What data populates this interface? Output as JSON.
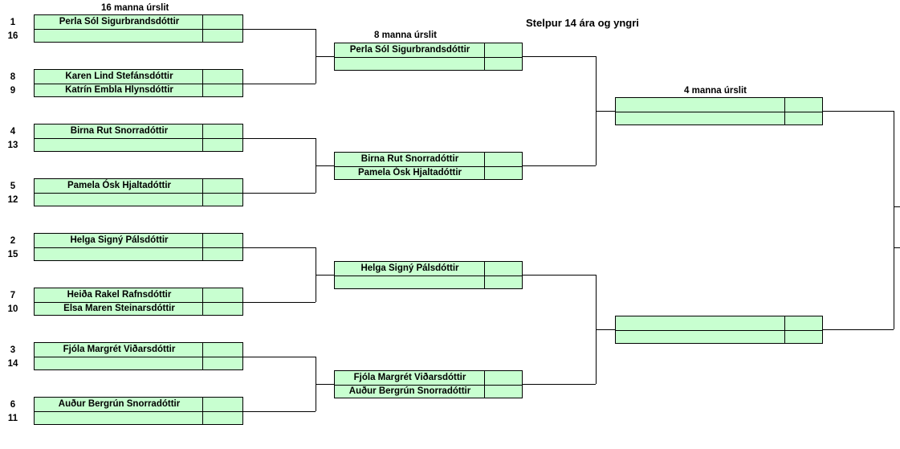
{
  "title": "Stelpur 14 ára og yngri",
  "rounds": {
    "r16": "16 manna úrslit",
    "r8": "8 manna úrslit",
    "r4": "4 manna úrslit"
  },
  "r16": [
    {
      "seed_top": "1",
      "seed_bottom": "16",
      "top": "Perla Sól Sigurbrandsdóttir",
      "bottom": ""
    },
    {
      "seed_top": "8",
      "seed_bottom": "9",
      "top": "Karen Lind Stefánsdóttir",
      "bottom": "Katrín Embla Hlynsdóttir"
    },
    {
      "seed_top": "4",
      "seed_bottom": "13",
      "top": "Birna Rut Snorradóttir",
      "bottom": ""
    },
    {
      "seed_top": "5",
      "seed_bottom": "12",
      "top": "Pamela Ósk Hjaltadóttir",
      "bottom": ""
    },
    {
      "seed_top": "2",
      "seed_bottom": "15",
      "top": "Helga Signý Pálsdóttir",
      "bottom": ""
    },
    {
      "seed_top": "7",
      "seed_bottom": "10",
      "top": "Heiða Rakel Rafnsdóttir",
      "bottom": "Elsa Maren Steinarsdóttir"
    },
    {
      "seed_top": "3",
      "seed_bottom": "14",
      "top": "Fjóla Margrét Viðarsdóttir",
      "bottom": ""
    },
    {
      "seed_top": "6",
      "seed_bottom": "11",
      "top": "Auður Bergrún Snorradóttir",
      "bottom": ""
    }
  ],
  "r8": [
    {
      "top": "Perla Sól Sigurbrandsdóttir",
      "bottom": ""
    },
    {
      "top": "Birna Rut Snorradóttir",
      "bottom": "Pamela Ósk Hjaltadóttir"
    },
    {
      "top": "Helga Signý Pálsdóttir",
      "bottom": ""
    },
    {
      "top": "Fjóla Margrét Viðarsdóttir",
      "bottom": "Auður Bergrún Snorradóttir"
    }
  ],
  "r4": [
    {
      "top": "",
      "bottom": ""
    },
    {
      "top": "",
      "bottom": ""
    }
  ]
}
